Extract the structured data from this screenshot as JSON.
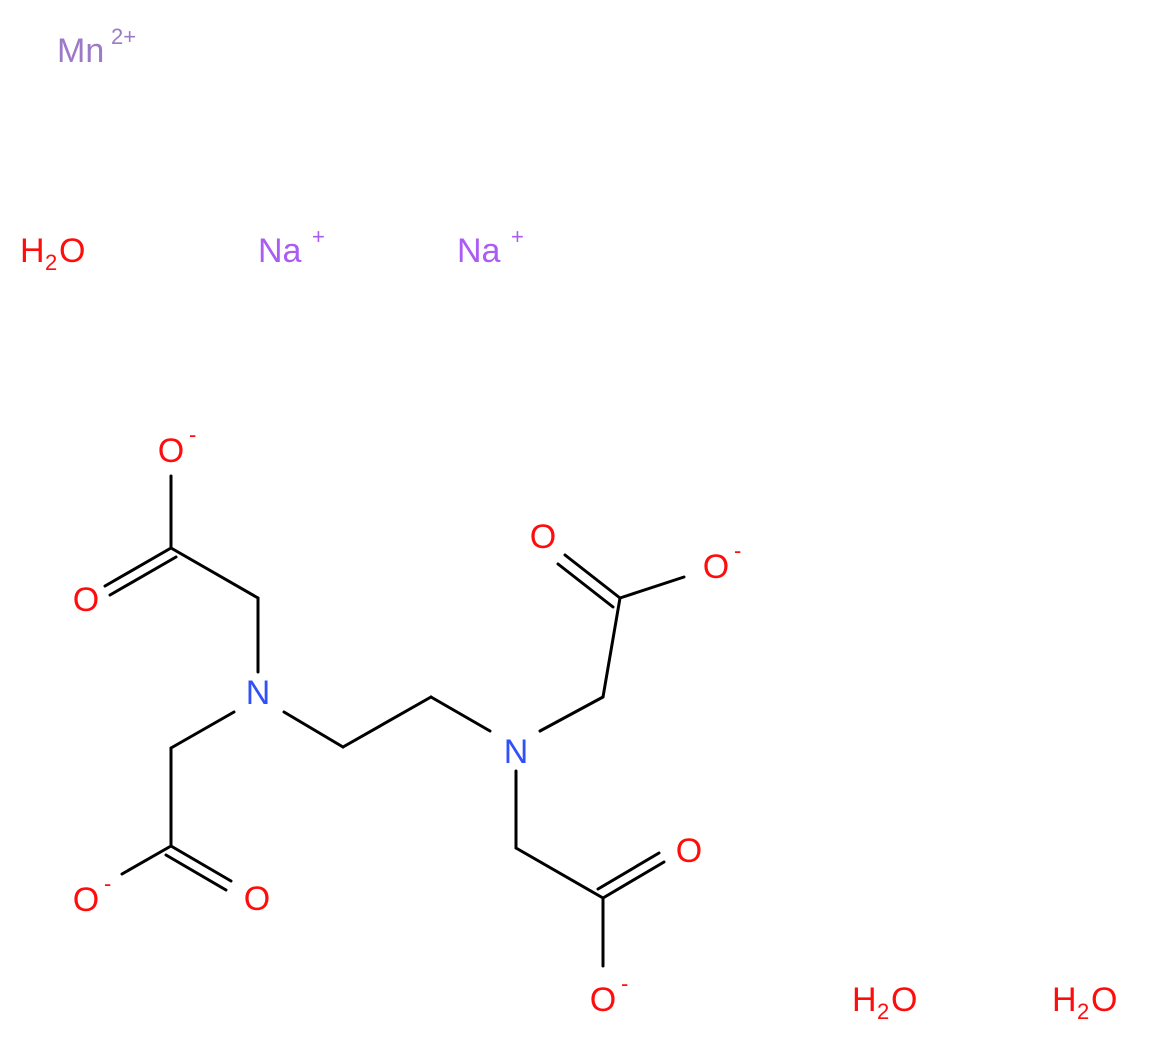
{
  "colors": {
    "oxygen": "#ff0d0d",
    "nitrogen": "#3050f8",
    "sodium": "#ab5cf2",
    "manganese": "#9c7ac7",
    "bond": "#000000"
  },
  "ions": {
    "mn": {
      "symbol": "Mn",
      "charge": "2+"
    },
    "na1": {
      "symbol": "Na",
      "charge": "+"
    },
    "na2": {
      "symbol": "Na",
      "charge": "+"
    }
  },
  "waters": [
    {
      "h": "H",
      "sub": "2",
      "o": "O"
    },
    {
      "h": "H",
      "sub": "2",
      "o": "O"
    },
    {
      "h": "H",
      "sub": "2",
      "o": "O"
    }
  ],
  "atoms": {
    "n1": "N",
    "n2": "N",
    "o_top_anion": "O",
    "o_top_anion_charge": "-",
    "o_left_carbonyl": "O",
    "o_right_top_carbonyl": "O",
    "o_right_top_anion": "O",
    "o_right_top_anion_charge": "-",
    "o_bottom_left_anion": "O",
    "o_bottom_left_anion_charge": "-",
    "o_bottom_left_carbonyl": "O",
    "o_bottom_right_carbonyl": "O",
    "o_bottom_right_anion": "O",
    "o_bottom_right_anion_charge": "-"
  }
}
